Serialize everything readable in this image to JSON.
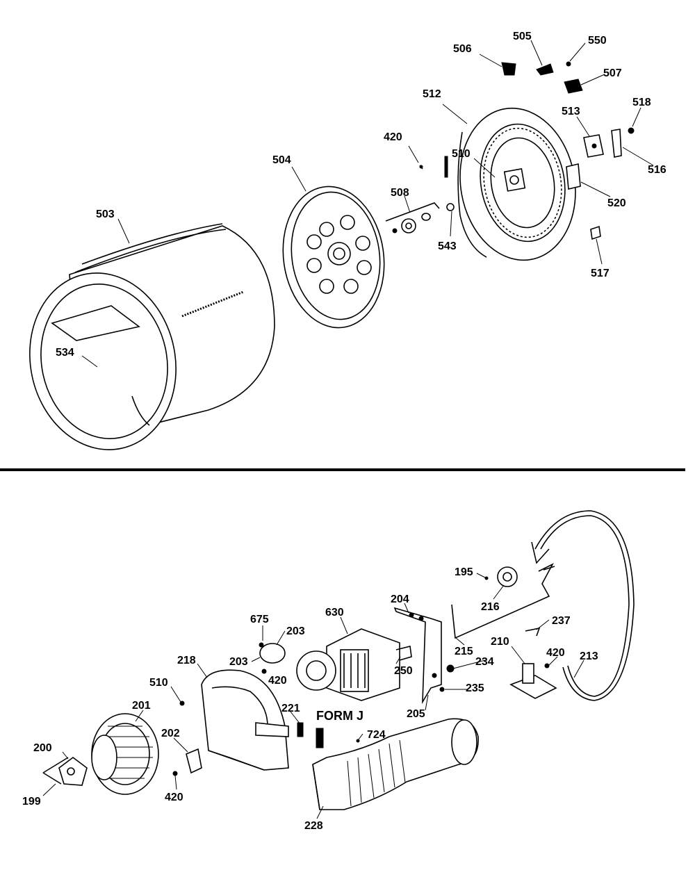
{
  "labels": {
    "l503": "503",
    "l504": "504",
    "l534": "534",
    "l420a": "420",
    "l508": "508",
    "l543": "543",
    "l512": "512",
    "l510a": "510",
    "l506": "506",
    "l505": "505",
    "l550": "550",
    "l507": "507",
    "l513": "513",
    "l518": "518",
    "l516": "516",
    "l520": "520",
    "l517": "517",
    "l195": "195",
    "l216": "216",
    "l204": "204",
    "l630": "630",
    "l675": "675",
    "l203a": "203",
    "l203b": "203",
    "l420b": "420",
    "l218": "218",
    "l510b": "510",
    "l201": "201",
    "l200": "200",
    "l199": "199",
    "l202": "202",
    "l420c": "420",
    "l221": "221",
    "l724": "724",
    "l228": "228",
    "l250": "250",
    "l205": "205",
    "l215": "215",
    "l234": "234",
    "l235": "235",
    "l237": "237",
    "l210": "210",
    "l420d": "420",
    "l213": "213",
    "form": "FORM J"
  }
}
